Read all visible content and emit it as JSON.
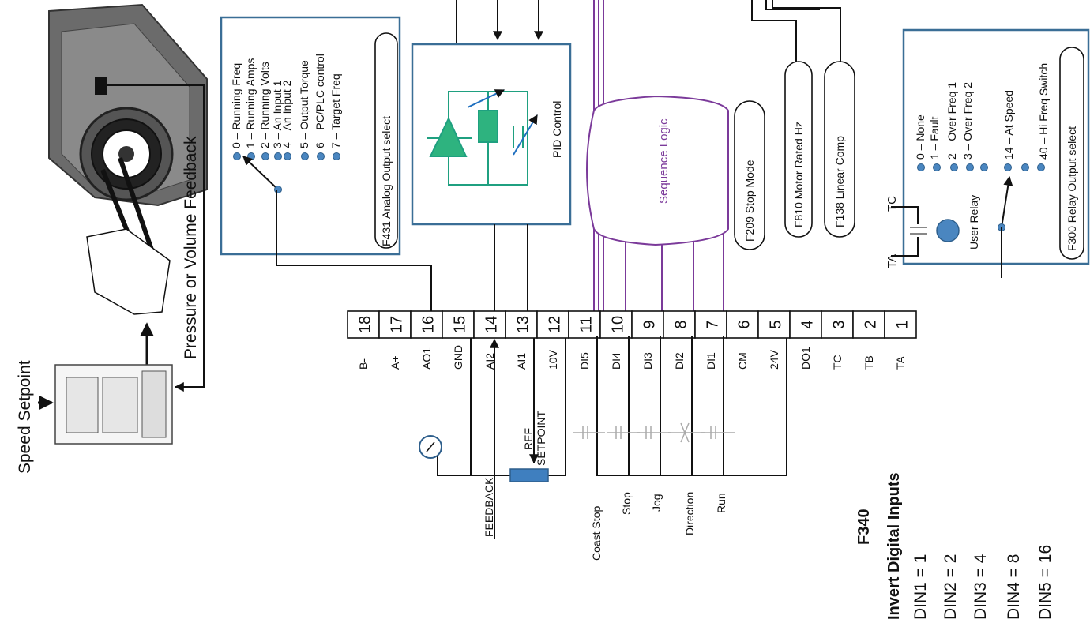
{
  "speed_setpoint": "Speed Setpoint",
  "feedback_label": "Pressure or Volume Feedback",
  "analog_output": {
    "options": [
      "0 – Running Freq",
      "1 – Running Amps",
      "2 – Running Volts",
      "3 – An Input 1",
      "4 – An Input 2",
      "5 – Output Torque",
      "6 – PC/PLC control",
      "7 – Target Freq"
    ],
    "selector": "F431 Analog Output select"
  },
  "pid": {
    "label": "PID Control"
  },
  "sequence": {
    "label": "Sequence Logic"
  },
  "params": {
    "stop_mode": "F209 Stop Mode",
    "motor_hz": "F810 Motor Rated Hz",
    "linear_comp": "F138 Linear Comp"
  },
  "relay": {
    "options": [
      "0 – None",
      "1 – Fault",
      "2 – Over Freq 1",
      "3 – Over Freq 2",
      "14 – At Speed",
      "40 – Hi Freq Switch"
    ],
    "selector": "F300 Relay Output select",
    "user_relay": "User Relay",
    "tc": "TC",
    "ta": "TA"
  },
  "terminals": [
    {
      "num": "18",
      "label": "B-"
    },
    {
      "num": "17",
      "label": "A+"
    },
    {
      "num": "16",
      "label": "AO1"
    },
    {
      "num": "15",
      "label": "GND"
    },
    {
      "num": "14",
      "label": "AI2"
    },
    {
      "num": "13",
      "label": "AI1"
    },
    {
      "num": "12",
      "label": "10V"
    },
    {
      "num": "11",
      "label": "DI5"
    },
    {
      "num": "10",
      "label": "DI4"
    },
    {
      "num": "9",
      "label": "DI3"
    },
    {
      "num": "8",
      "label": "DI2"
    },
    {
      "num": "7",
      "label": "DI1"
    },
    {
      "num": "6",
      "label": "CM"
    },
    {
      "num": "5",
      "label": "24V"
    },
    {
      "num": "4",
      "label": "DO1"
    },
    {
      "num": "3",
      "label": "TC"
    },
    {
      "num": "2",
      "label": "TB"
    },
    {
      "num": "1",
      "label": "TA"
    }
  ],
  "wiring": {
    "feedback": "FEEDBACK",
    "ref": "REF",
    "setpoint": "SETPOINT",
    "coast_stop": "Coast Stop",
    "stop": "Stop",
    "jog": "Jog",
    "direction": "Direction",
    "run": "Run"
  },
  "invert": {
    "code": "F340",
    "title": "Invert Digital Inputs",
    "items": [
      "DIN1 = 1",
      "DIN2 = 2",
      "DIN3 = 4",
      "DIN4 = 8",
      "DIN5 = 16"
    ]
  }
}
